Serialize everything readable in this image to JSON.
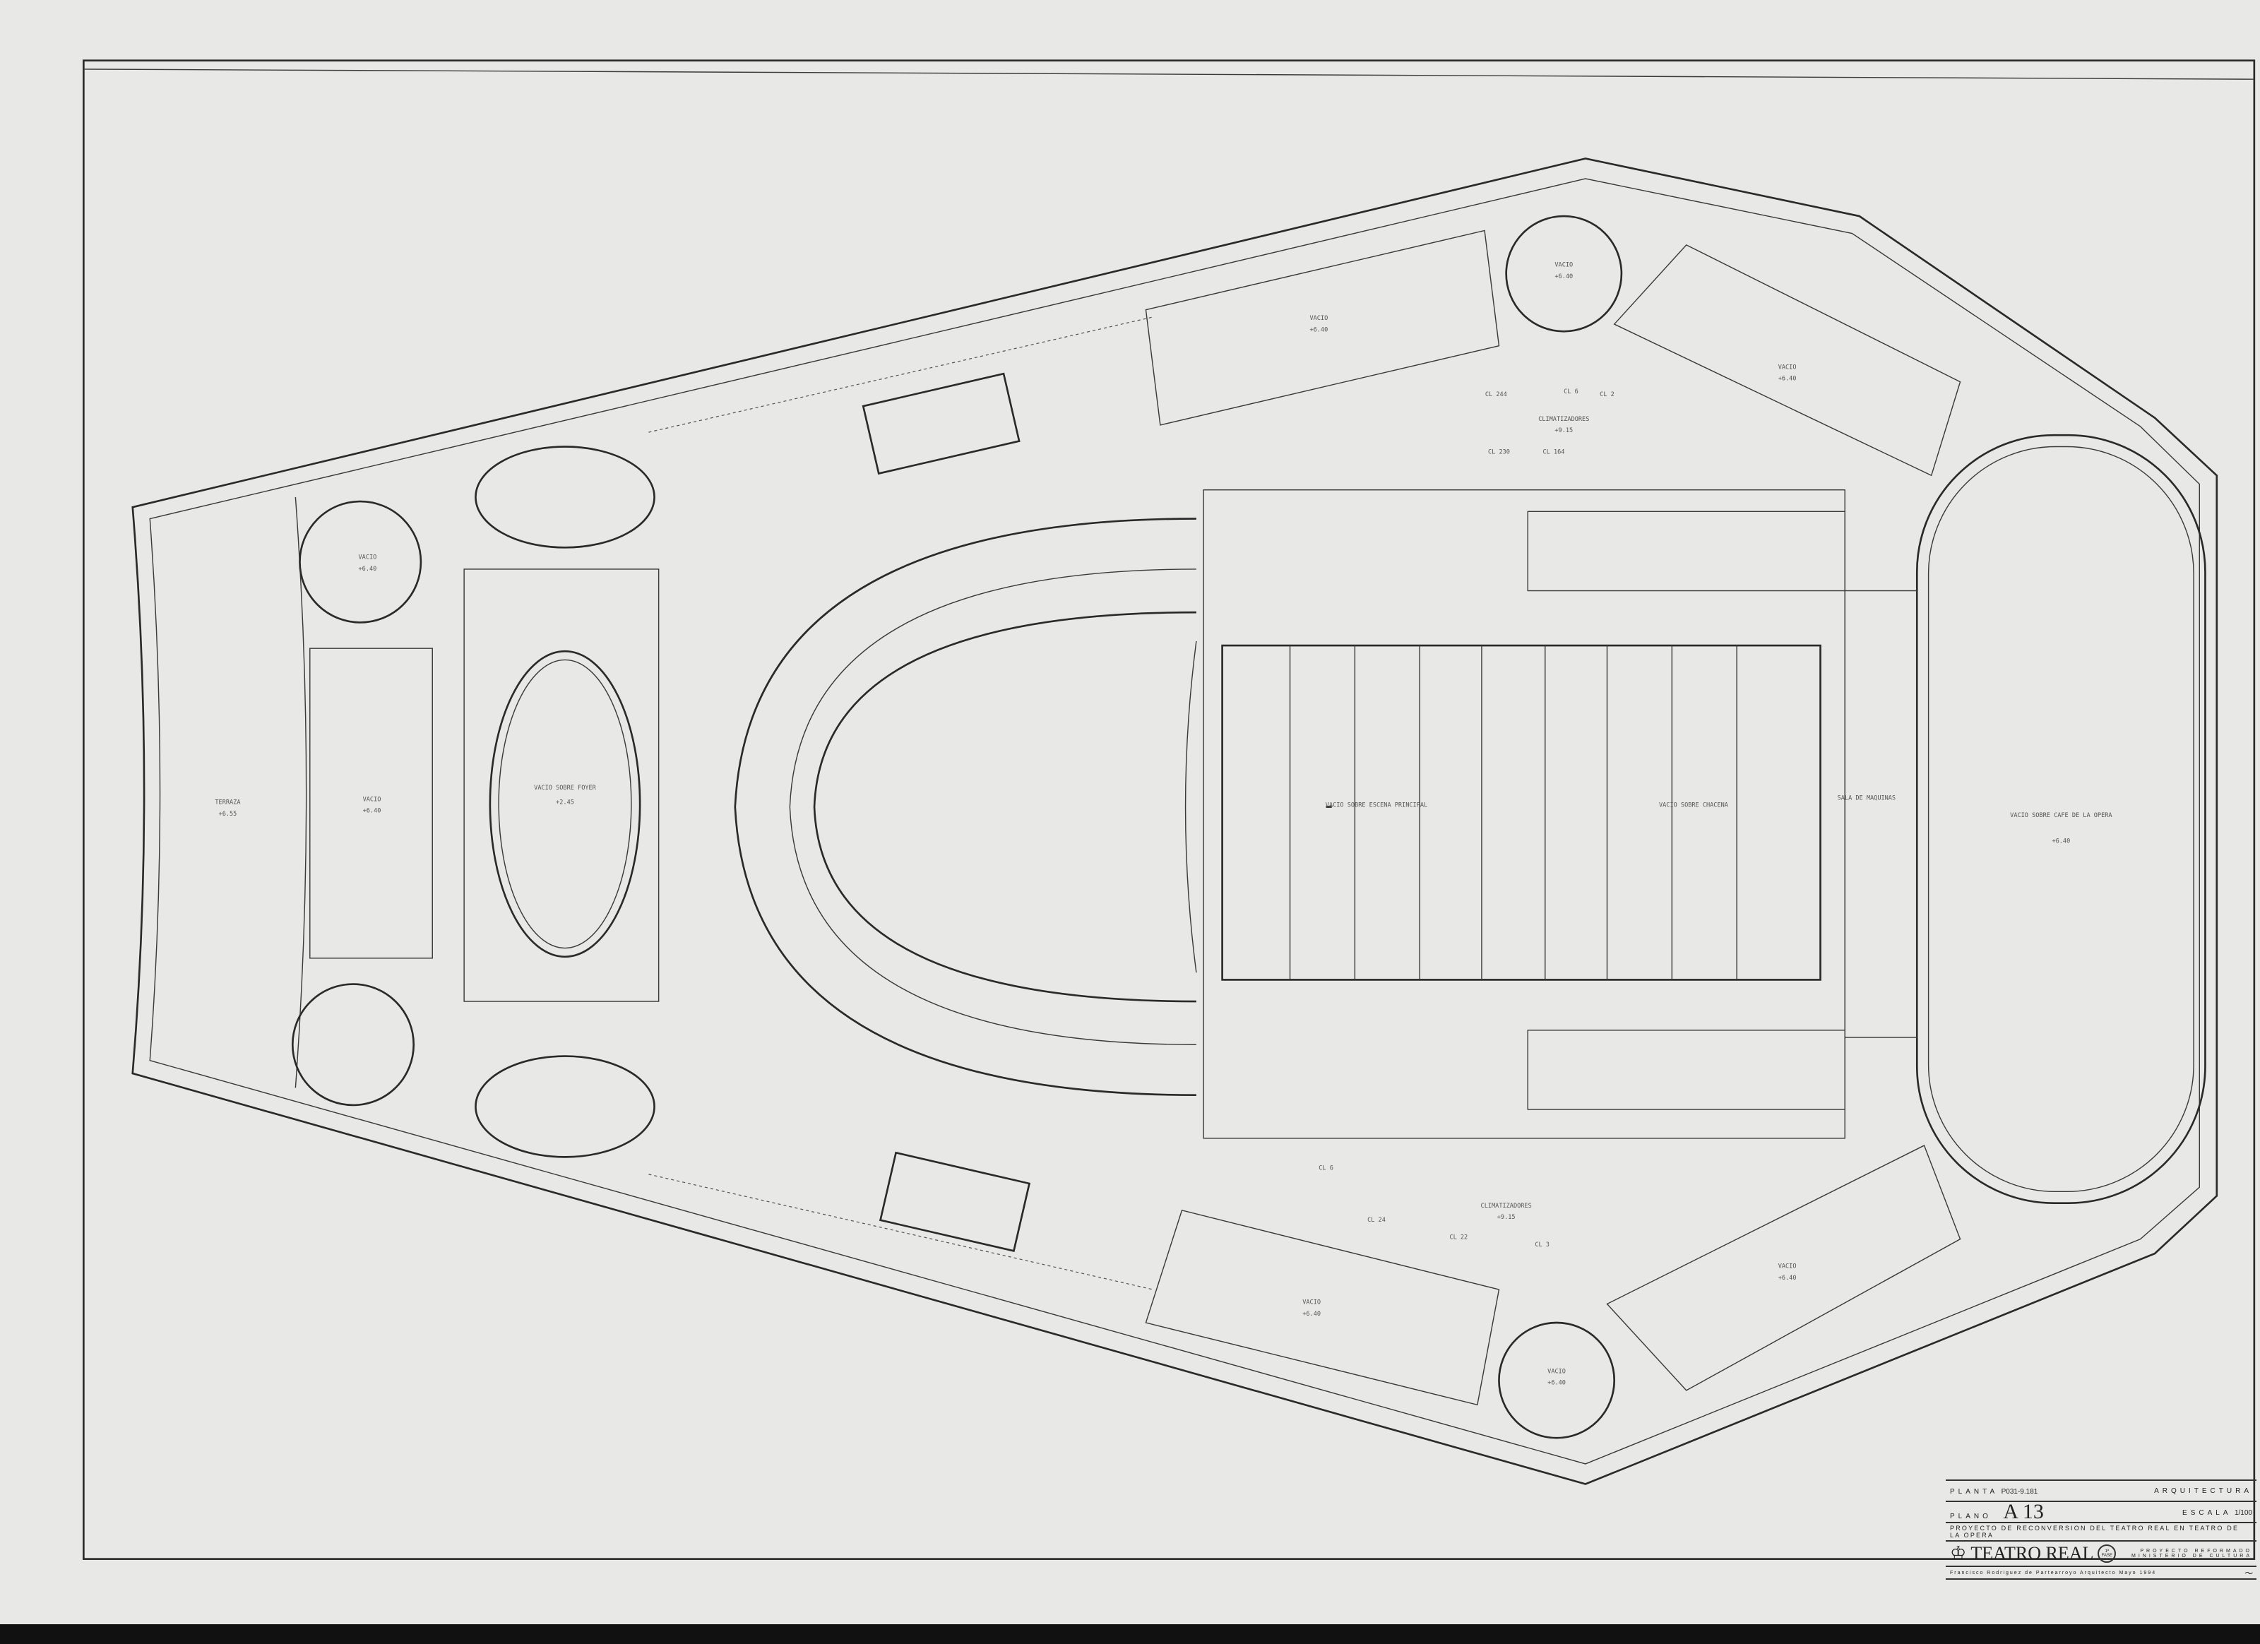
{
  "title_block": {
    "planta_label": "PLANTA",
    "planta_value": "P031-9.181",
    "discipline": "ARQUITECTURA",
    "plano_label": "PLANO",
    "plano_value": "A 13",
    "escala_label": "ESCALA",
    "escala_value": "1/100",
    "project": "PROYECTO DE RECONVERSION DEL TEATRO REAL EN TEATRO DE LA OPERA",
    "logo_text": "TEATRO REAL",
    "phase_badge": "1ª FASE",
    "proyecto_reformado": "PROYECTO REFORMADO",
    "ministerio": "MINISTERIO DE CULTURA",
    "architect_line": "Francisco Rodriguez de Partearroyo Arquitecto  Mayo 1994"
  },
  "rooms": [
    {
      "name": "TERRAZA",
      "level": "+6.55"
    },
    {
      "name": "VACIO",
      "level": "+6.40"
    },
    {
      "name": "VACIO SOBRE FOYER",
      "level": "+2.45"
    },
    {
      "name": "VACIO SOBRE ESCENA PRINCIPAL",
      "level": ""
    },
    {
      "name": "VACIO SOBRE CHACENA",
      "level": ""
    },
    {
      "name": "SALA DE MAQUINAS",
      "level": ""
    },
    {
      "name": "VACIO SOBRE CAFE DE LA OPERA",
      "level": "+6.40"
    },
    {
      "name": "CLIMATIZADORES",
      "level": "+9.15"
    },
    {
      "name": "CLIMATIZADORES",
      "level": "+9.15"
    },
    {
      "name": "VACIO",
      "level": "+6.40"
    },
    {
      "name": "VACIO",
      "level": "+6.40"
    },
    {
      "name": "VACIO",
      "level": "+6.40"
    },
    {
      "name": "VACIO",
      "level": "+6.40"
    },
    {
      "name": "VACIO",
      "level": "+6.40"
    },
    {
      "name": "VACIO",
      "level": "+6.40"
    },
    {
      "name": "VACIO",
      "level": "+6.40"
    }
  ],
  "small_tags": [
    "CL 244",
    "CL 2",
    "CL 6",
    "CL 230",
    "CL 164",
    "CL 6",
    "CL 3",
    "CL 24",
    "CL 22"
  ]
}
